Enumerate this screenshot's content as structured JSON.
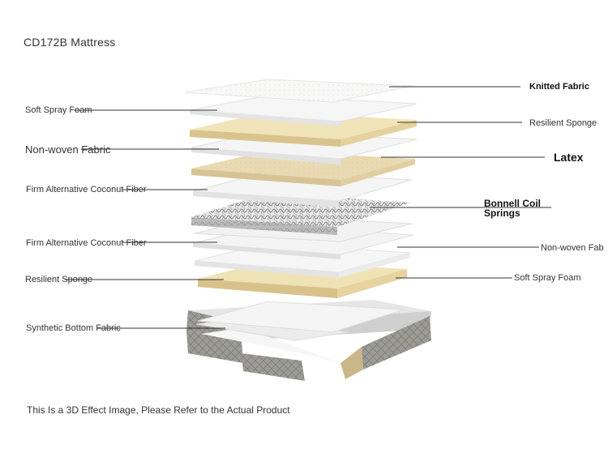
{
  "title": "CD172B Mattress",
  "footer_note": "This Is a 3D Effect Image, Please Refer to the Actual Product",
  "left_labels": {
    "soft_spray_foam": "Soft Spray Foam",
    "non_woven_fabric": "Non-woven Fabric",
    "firm_coconut_1": "Firm Alternative Coconut Fiber",
    "firm_coconut_2": "Firm Alternative Coconut Fiber",
    "resilient_sponge": "Resilient Sponge",
    "synthetic_bottom": "Synthetic Bottom Fabric"
  },
  "right_labels": {
    "knitted_fabric": "Knitted Fabric",
    "resilient_sponge": "Resilient Sponge",
    "latex": "Latex",
    "bonnell_line1": "Bonnell Coil",
    "bonnell_line2": "Springs",
    "non_woven_fab": "Non-woven Fab",
    "soft_spray_foam": "Soft Spray Foam"
  },
  "colors": {
    "white_layer": "#f4f4f4",
    "white_layer_edge": "#dedede",
    "cream_layer": "#efe3b8",
    "cream_layer_edge": "#d9c58a",
    "latex_layer": "#e9d9b3",
    "spring_mesh": "#8a8a8a",
    "base_frame": "#9a9a93",
    "leader_line": "#333333"
  }
}
